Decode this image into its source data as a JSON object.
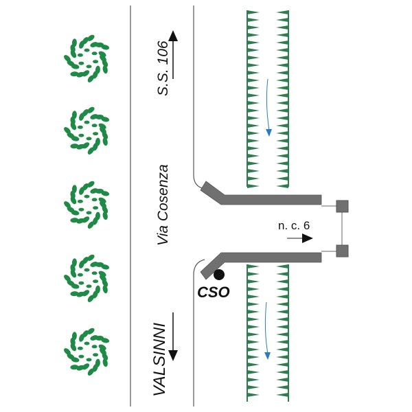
{
  "labels": {
    "road_north": "S.S. 106",
    "street": "Via Cosenza",
    "road_south": "VALSINNI",
    "culvert": "n. c. 6",
    "cso": "CSO"
  },
  "colors": {
    "vegetation": "#1e8a45",
    "channel_bank": "#2e7d4f",
    "flow": "#2a7bc0",
    "culvert": "#6e6e6e",
    "line": "#555555"
  },
  "icons": [
    "tree-icon",
    "tree-icon",
    "tree-icon",
    "tree-icon",
    "tree-icon",
    "arrow-up-icon",
    "arrow-down-icon",
    "flow-arrow-icon",
    "cso-point-icon"
  ]
}
